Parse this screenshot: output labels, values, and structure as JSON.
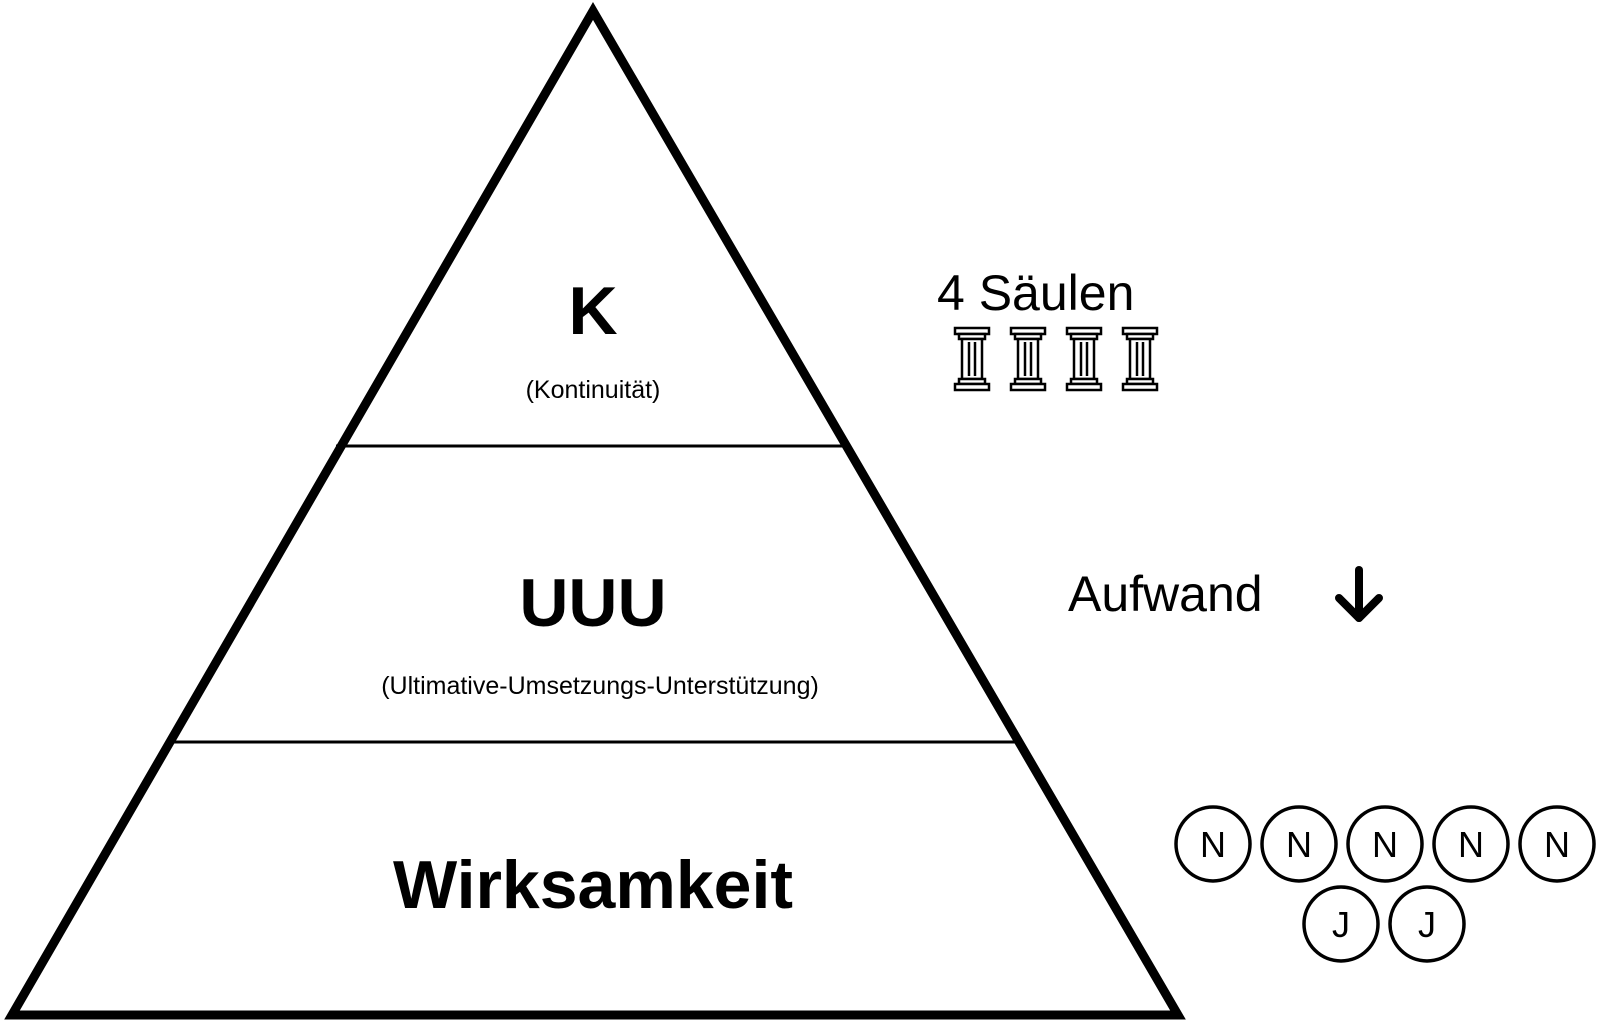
{
  "pyramid": {
    "levels": [
      {
        "title": "K",
        "subtitle": "(Kontinuität)"
      },
      {
        "title": "UUU",
        "subtitle": "(Ultimative-Umsetzungs-Unterstützung)"
      },
      {
        "title": "Wirksamkeit",
        "subtitle": ""
      }
    ]
  },
  "side": {
    "pillars_label": "4 Säulen",
    "pillar_count": 4,
    "effort_label": "Aufwand",
    "effort_arrow": "arrow-down-icon",
    "circles_top": [
      "N",
      "N",
      "N",
      "N",
      "N"
    ],
    "circles_bottom": [
      "J",
      "J"
    ]
  },
  "colors": {
    "stroke": "#000000",
    "background": "#ffffff"
  }
}
